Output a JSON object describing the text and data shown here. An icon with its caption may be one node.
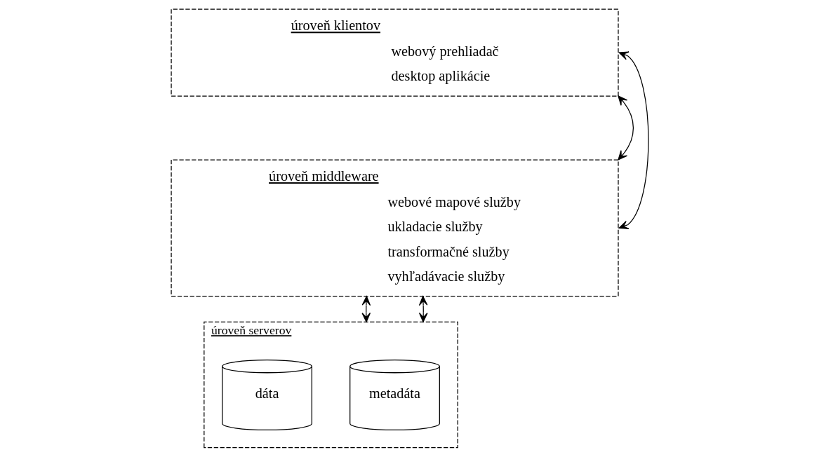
{
  "diagram": {
    "nodes": [
      {
        "text": [
          "úroveň klientov",
          "webový prehliadač",
          "desktop aplikácie"
        ]
      },
      {
        "text": [
          "úroveň middleware",
          "webové mapové služby",
          "ukladacie služby",
          "transformačné služby",
          "vyhľadávacie služby"
        ]
      },
      {
        "text": [
          "úroveň serverov"
        ]
      },
      {
        "text": [
          "dáta"
        ],
        "in": 2
      },
      {
        "text": [
          "metadáta"
        ],
        "in": 2
      }
    ],
    "edges": [
      {
        "from": 1,
        "to": 0,
        "arrow": "both"
      },
      {
        "from": 1,
        "to": 0,
        "arrow": "both"
      },
      {
        "from": 2,
        "to": 1,
        "arrow": "both"
      },
      {
        "from": 2,
        "to": 1,
        "arrow": "both"
      }
    ]
  }
}
